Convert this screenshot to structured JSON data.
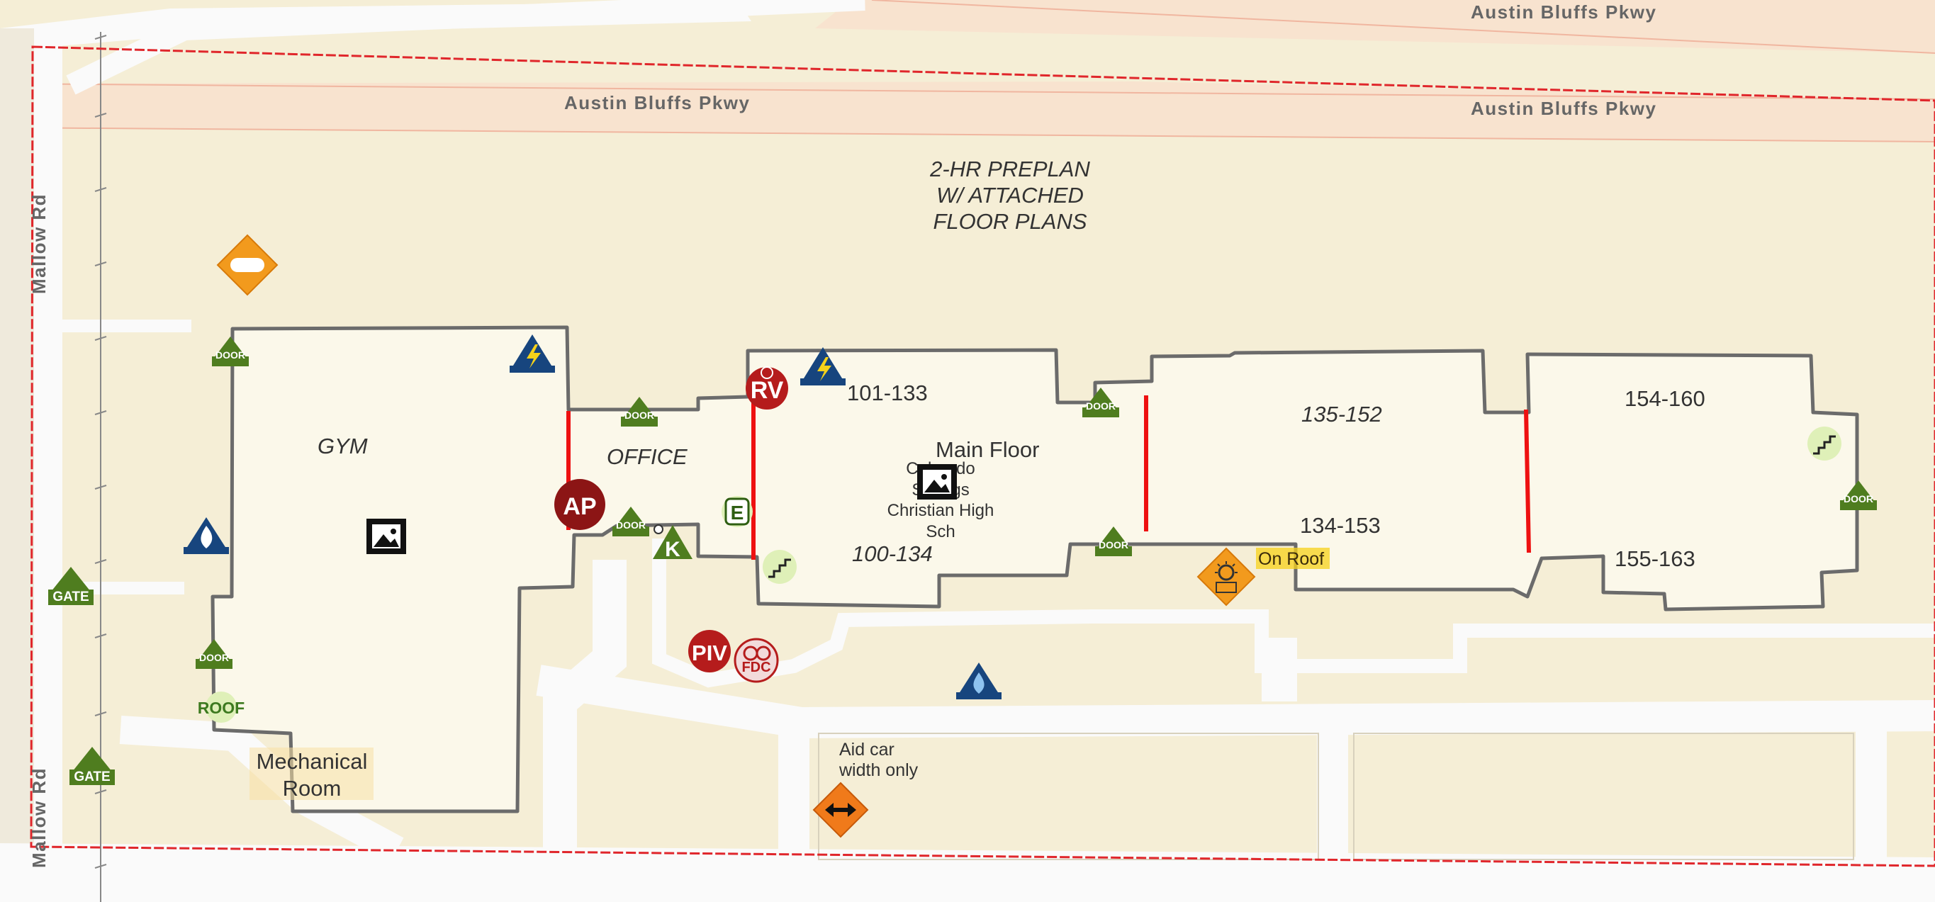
{
  "map": {
    "streets": {
      "north_upper": "Austin Bluffs Pkwy",
      "north_mid": "Austin Bluffs Pkwy",
      "north_right": "Austin Bluffs Pkwy",
      "west_upper": "Mallow Rd",
      "west_lower": "Mallow Rd"
    },
    "preplan_note": [
      "2-HR PREPLAN",
      "W/ ATTACHED",
      "FLOOR PLANS"
    ],
    "rooms": {
      "gym": "GYM",
      "office": "OFFICE",
      "r101_133": "101-133",
      "main_floor": "Main Floor",
      "r100_134": "100-134",
      "r135_152": "135-152",
      "r134_153": "134-153",
      "r154_160": "154-160",
      "r155_163": "155-163",
      "mechanical": [
        "Mechanical",
        "Room"
      ]
    },
    "facility_name": [
      "Colorado",
      "Springs",
      "Christian High",
      "Sch"
    ],
    "notes": {
      "aid_car": [
        "Aid car",
        "width only"
      ],
      "on_roof": "On Roof"
    },
    "symbol_labels": {
      "door": "DOOR",
      "gate": "GATE",
      "roof": "ROOF",
      "rv": "RV",
      "ap": "AP",
      "piv": "PIV",
      "fdc": "FDC",
      "k": "K",
      "e": "E"
    },
    "colors": {
      "background": "#f5eed6",
      "road": "#fafafa",
      "building_fill": "#fbf8ea",
      "building_outline": "#6b6b6b",
      "firewall": "#ee1111",
      "parcel_line": "#e0262b",
      "door_green": "#4f7d1f",
      "utility_blue": "#17457e",
      "fire_red": "#b51c1c",
      "hazard_orange": "#f29a1d"
    }
  }
}
